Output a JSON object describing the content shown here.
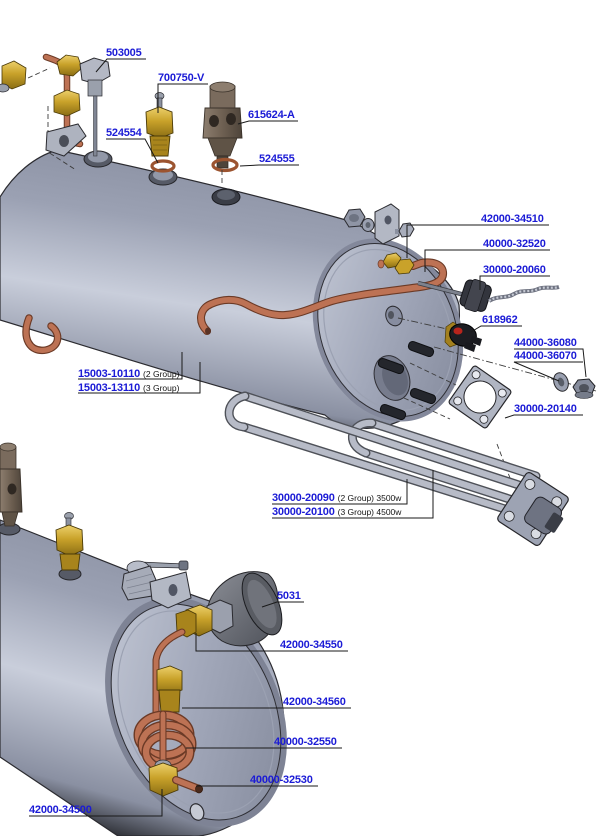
{
  "page": {
    "background": "#ffffff"
  },
  "diagram": {
    "type": "exploded-parts-diagram",
    "subject": "boiler assembly exploded view",
    "label_color": "#1b1bd6",
    "suffix_color": "#141414",
    "labels": [
      {
        "part": "503005"
      },
      {
        "part": "700750-V"
      },
      {
        "part": "615624-A"
      },
      {
        "part": "524554"
      },
      {
        "part": "524555"
      },
      {
        "part": "42000-34510"
      },
      {
        "part": "40000-32520"
      },
      {
        "part": "30000-20060"
      },
      {
        "part": "618962"
      },
      {
        "part": "44000-36080"
      },
      {
        "part": "44000-36070"
      },
      {
        "part": "30000-20140"
      },
      {
        "part": "15003-10110",
        "suffix": "(2 Group)"
      },
      {
        "part": "15003-13110",
        "suffix": "(3 Group)"
      },
      {
        "part": "30000-20090",
        "suffix": "(2 Group) 3500w"
      },
      {
        "part": "30000-20100",
        "suffix": "(3 Group) 4500w"
      },
      {
        "part": "5031"
      },
      {
        "part": "42000-34550"
      },
      {
        "part": "42000-34560"
      },
      {
        "part": "40000-32550"
      },
      {
        "part": "40000-32530"
      },
      {
        "part": "42000-34500"
      }
    ]
  }
}
